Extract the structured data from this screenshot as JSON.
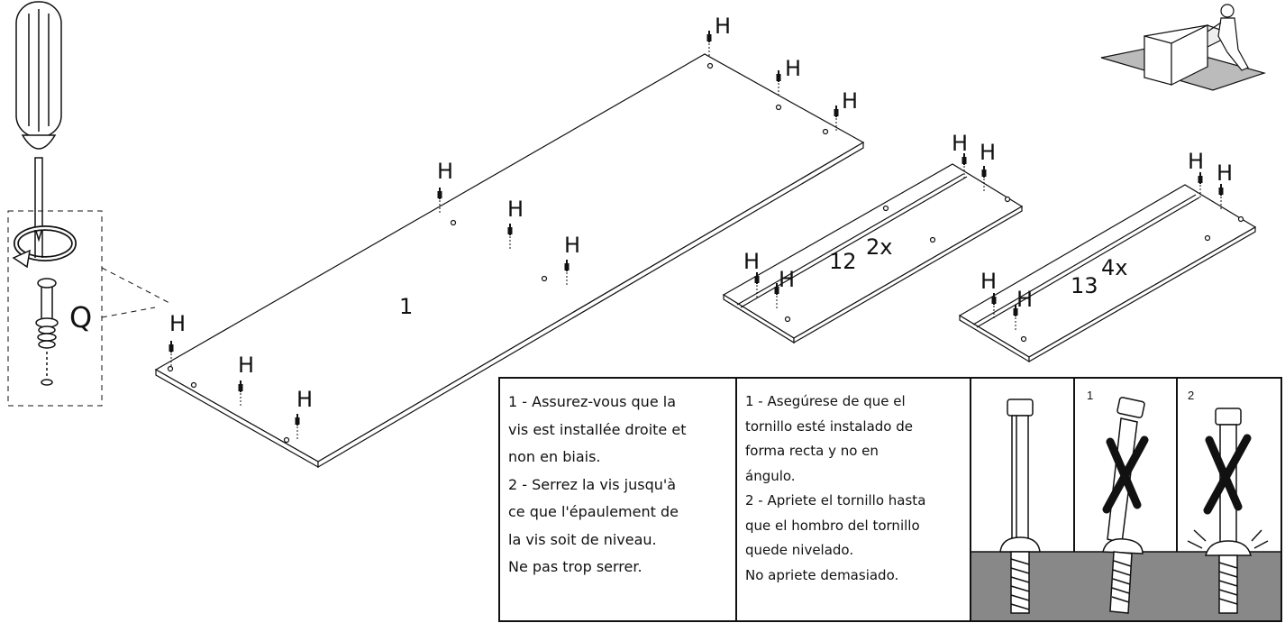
{
  "screw_label": "H",
  "hardware_label": "Q",
  "panels": {
    "top": {
      "part": "1"
    },
    "mid": {
      "part": "12",
      "qty": "2x"
    },
    "right": {
      "part": "13",
      "qty": "4x"
    }
  },
  "instructions": {
    "fr": [
      "1 - Assurez-vous que la",
      "vis est installée droite et",
      "non en biais.",
      "2 - Serrez la vis jusqu'à",
      "ce que l'épaulement de",
      "la vis soit de niveau.",
      "Ne pas trop serrer."
    ],
    "es": [
      "1 - Asegúrese de que el",
      "tornillo esté instalado de",
      "forma recta y no en",
      "ángulo.",
      "2 - Apriete el tornillo hasta",
      "que el hombro del tornillo",
      "quede nivelado.",
      "No apriete demasiado."
    ]
  },
  "step_labels": [
    "1",
    "2"
  ],
  "colors": {
    "ink": "#111111",
    "wood_cut": "#888888",
    "mat": "#bbbbbb"
  }
}
